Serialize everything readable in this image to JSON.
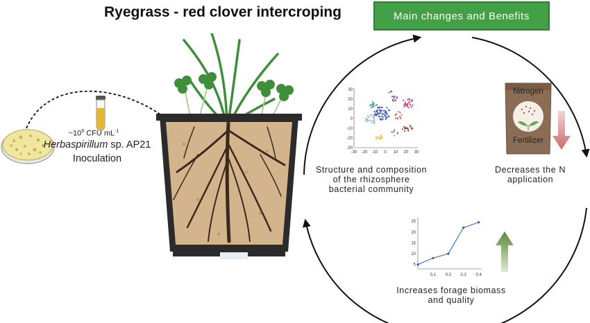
{
  "title": "Ryegrass - red clover intercroping",
  "banner": {
    "label": "Main changes and Benefits",
    "color": "#43a047"
  },
  "inoculation": {
    "concentration_prefix": "~10",
    "concentration_exp": "9",
    "concentration_unit": " CFU mL",
    "concentration_unit_exp": "-1",
    "strain_italic": "Herbaspirillum",
    "strain_rest": " sp. AP21",
    "action": "Inoculation"
  },
  "benefits": {
    "structure_line1": "Structure and composition",
    "structure_line2": "of the rhizosphere",
    "structure_line3": "bacterial community",
    "nitrogen_line1": "Decreases the N",
    "nitrogen_line2": "application",
    "biomass_line1": "Increases forage biomass",
    "biomass_line2": "and quality"
  },
  "fertilizer_bag": {
    "top": "Nitrogen",
    "bottom": "Fertilizer"
  },
  "icons": [
    "petri-dish-icon",
    "test-tube-icon",
    "plant-pot-icon",
    "fertilizer-bag-icon",
    "down-arrow-icon",
    "up-arrow-icon",
    "scatter-plot-icon",
    "line-chart-icon"
  ],
  "colors": {
    "soil": "#d4b48c",
    "pot": "#2b2b2b",
    "leaf": "#3f8f3a",
    "root": "#3a2a1e",
    "down_arrow": "#d08080",
    "up_arrow": "#6a9a4a"
  },
  "scatter": {
    "x_ticks": [
      "-30",
      "-20",
      "-10",
      "0",
      "10",
      "20",
      "30"
    ],
    "y_ticks": [
      "30",
      "20",
      "10",
      "0",
      "-10",
      "-20",
      "-30"
    ]
  },
  "line_chart": {
    "points": [
      [
        0,
        5
      ],
      [
        0.1,
        8
      ],
      [
        0.2,
        10
      ],
      [
        0.3,
        22
      ],
      [
        0.4,
        24.5
      ]
    ],
    "x_ticks": [
      "0.1",
      "0.2",
      "0.3",
      "0.4"
    ],
    "y_ticks": [
      "25",
      "20",
      "15",
      "10",
      "5"
    ],
    "xlim": [
      0,
      0.42
    ],
    "ylim": [
      3,
      26
    ]
  }
}
